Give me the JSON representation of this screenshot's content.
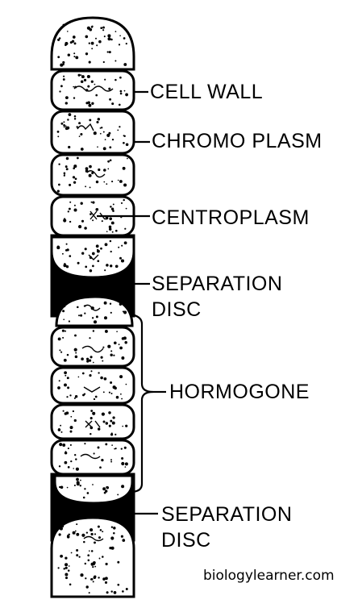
{
  "diagram": {
    "labels": {
      "cell_wall": "CELL WALL",
      "chromoplasm": "CHROMO PLASM",
      "centroplasm": "CENTROPLASM",
      "separation_disc_1_line1": "SEPARATION",
      "separation_disc_1_line2": "DISC",
      "hormogone": "HORMOGONE",
      "separation_disc_2_line1": "SEPARATION",
      "separation_disc_2_line2": "DISC"
    },
    "watermark": "biologylearner.com",
    "colors": {
      "ink": "#000000",
      "cell_fill": "#ffffff",
      "disc_fill": "#000000"
    }
  }
}
